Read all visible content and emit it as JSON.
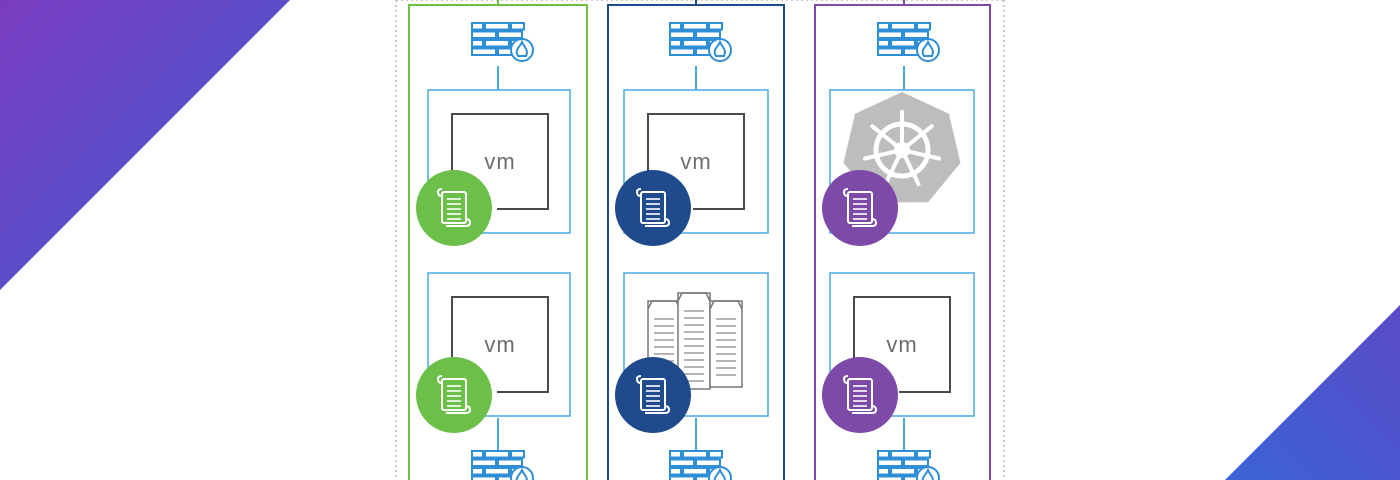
{
  "colors": {
    "gradient_start": "#6a3fc0",
    "gradient_end": "#3a5fd0",
    "firewall": "#2f8fd6",
    "box_border": "#4aa7e0",
    "green": "#6cc04a",
    "navy": "#1f4a8c",
    "purple": "#7d4aa8",
    "gray_icon": "#bdbdbd",
    "vm_outline": "#4a4a4a"
  },
  "columns": [
    {
      "color_key": "green",
      "workloads": [
        {
          "type": "vm",
          "label": "vm",
          "icon": "vm-icon",
          "badge_icon": "scroll-icon"
        },
        {
          "type": "vm",
          "label": "vm",
          "icon": "vm-icon",
          "badge_icon": "scroll-icon"
        }
      ]
    },
    {
      "color_key": "navy",
      "workloads": [
        {
          "type": "vm",
          "label": "vm",
          "icon": "vm-icon",
          "badge_icon": "scroll-icon"
        },
        {
          "type": "datacenter",
          "label": "",
          "icon": "servers-icon",
          "badge_icon": "scroll-icon"
        }
      ]
    },
    {
      "color_key": "purple",
      "workloads": [
        {
          "type": "kubernetes",
          "label": "",
          "icon": "kubernetes-icon",
          "badge_icon": "scroll-icon"
        },
        {
          "type": "vm",
          "label": "vm",
          "icon": "vm-icon",
          "badge_icon": "scroll-icon"
        }
      ]
    }
  ]
}
